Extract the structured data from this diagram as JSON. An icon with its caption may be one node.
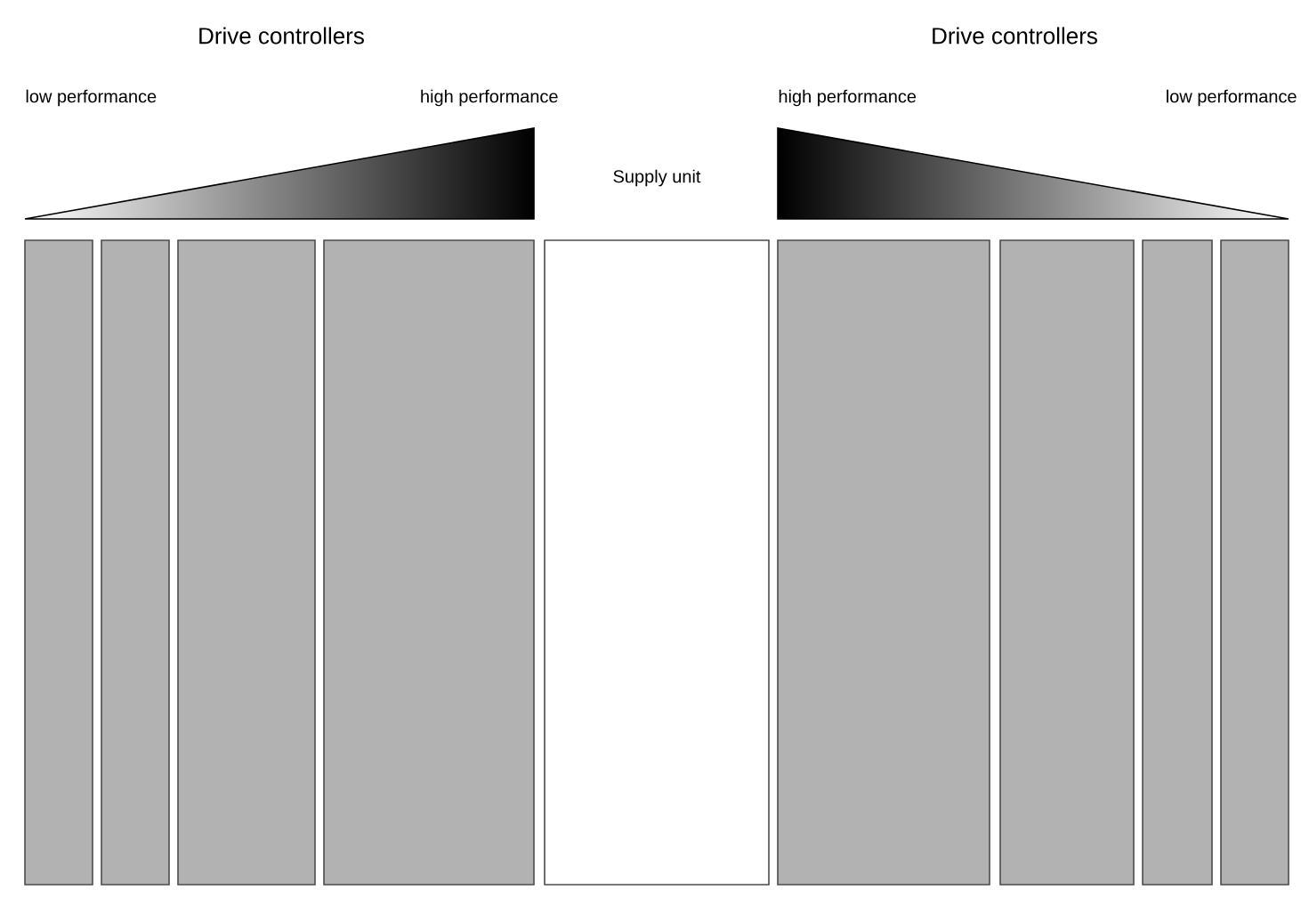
{
  "diagram": {
    "nodes": [
      {
        "text": [],
        "shape": "box"
      },
      {
        "text": [],
        "shape": "box"
      },
      {
        "text": [],
        "shape": "box"
      },
      {
        "text": [],
        "shape": "box"
      },
      {
        "text": [
          "Supply unit"
        ]
      },
      {
        "text": [],
        "shape": "box"
      },
      {
        "text": [],
        "shape": "box"
      },
      {
        "text": [],
        "shape": "box"
      },
      {
        "text": [],
        "shape": "box"
      }
    ],
    "labels": [
      "Drive controllers",
      "Drive controllers",
      "low performance",
      "high performance",
      "high performance",
      "low performance"
    ]
  }
}
